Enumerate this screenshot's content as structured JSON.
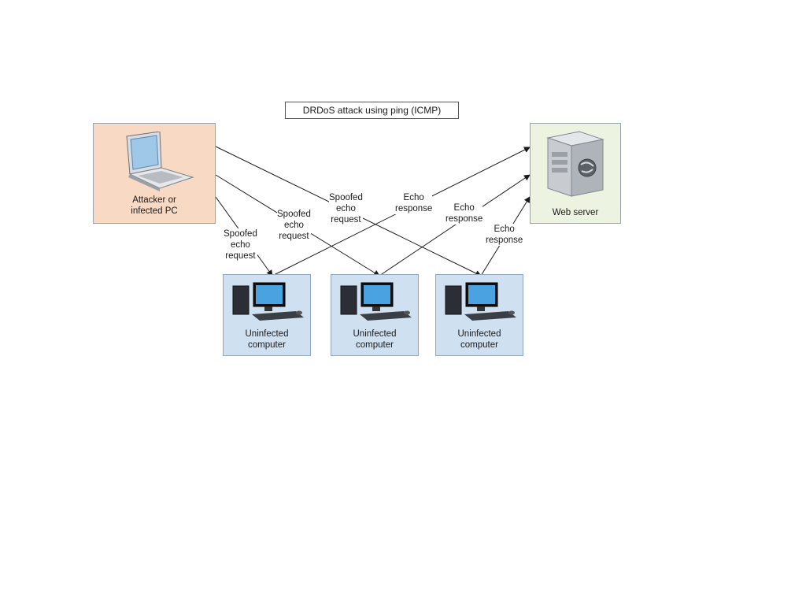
{
  "title": "DRDoS attack using ping (ICMP)",
  "nodes": {
    "attacker": {
      "label": "Attacker or\ninfected PC",
      "icon": "laptop-icon"
    },
    "server": {
      "label": "Web server",
      "icon": "server-icon"
    },
    "pcs": [
      {
        "label": "Uninfected\ncomputer",
        "icon": "desktop-computer-icon"
      },
      {
        "label": "Uninfected\ncomputer",
        "icon": "desktop-computer-icon"
      },
      {
        "label": "Uninfected\ncomputer",
        "icon": "desktop-computer-icon"
      }
    ]
  },
  "edges": {
    "request_1": "Spoofed\necho\nrequest",
    "request_2": "Spoofed\necho\nrequest",
    "request_3": "Spoofed\necho\nrequest",
    "response_1": "Echo\nresponse",
    "response_2": "Echo\nresponse",
    "response_3": "Echo\nresponse"
  },
  "colors": {
    "attacker_fill": "#f8d9c4",
    "server_fill": "#ecf3e1",
    "pc_fill": "#cfe0f1",
    "line": "#1a1a1a"
  }
}
